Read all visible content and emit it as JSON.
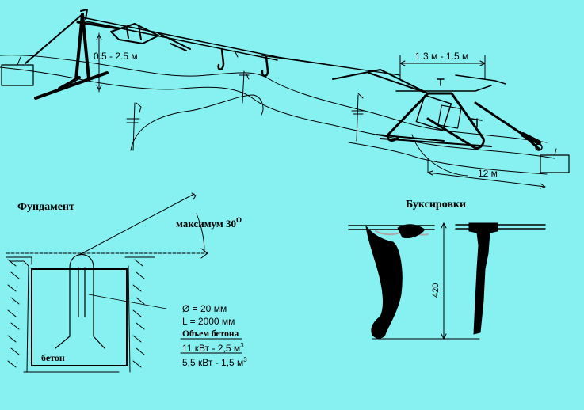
{
  "colors": {
    "background": "#87f0f0",
    "ink": "#000000"
  },
  "lift_overview": {
    "dim_height_range": "0.5 - 2.5 м",
    "dim_span_top": "1.3 м - 1.5 м",
    "dim_length": "12 м"
  },
  "foundation": {
    "title": "Фундамент",
    "angle_label": "максимум 30",
    "angle_superscript": "O",
    "diameter": "Ø = 20 мм",
    "length": "L = 2000 мм",
    "concrete_label": "бетон",
    "concrete_volume_title": "Объем бетона",
    "volume_11kw": "11 кВт  - 2,5 м",
    "volume_11kw_exp": "3",
    "volume_55kw": "5,5 кВт - 1,5 м",
    "volume_55kw_exp": "3"
  },
  "tow_hangers": {
    "title": "Буксировки",
    "height_dim": "420"
  }
}
